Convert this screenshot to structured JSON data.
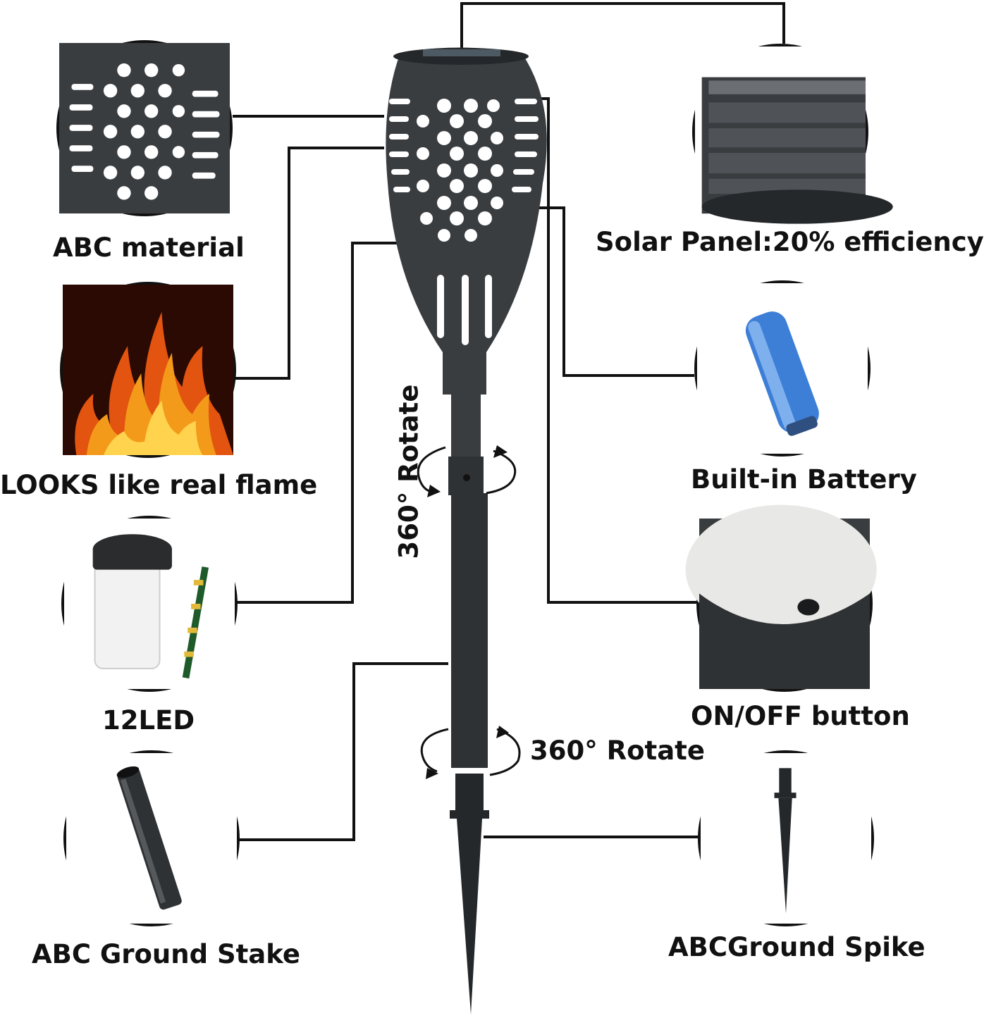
{
  "labels": {
    "abc_material": "ABC material",
    "solar_panel": "Solar Panel:20% efficiency",
    "flame": "LOOKS like real flame",
    "battery": "Built-in Battery",
    "led": "12LED",
    "onoff": "ON/OFF button",
    "stake": "ABC Ground Stake",
    "spike": "ABCGround Spike",
    "rotate_upper": "360° Rotate",
    "rotate_lower": "360° Rotate"
  },
  "colors": {
    "product": "#3a3d40",
    "product_dark": "#25282a",
    "line": "#111111",
    "battery": "#3d7fd6",
    "flame": "#f39a1a"
  }
}
